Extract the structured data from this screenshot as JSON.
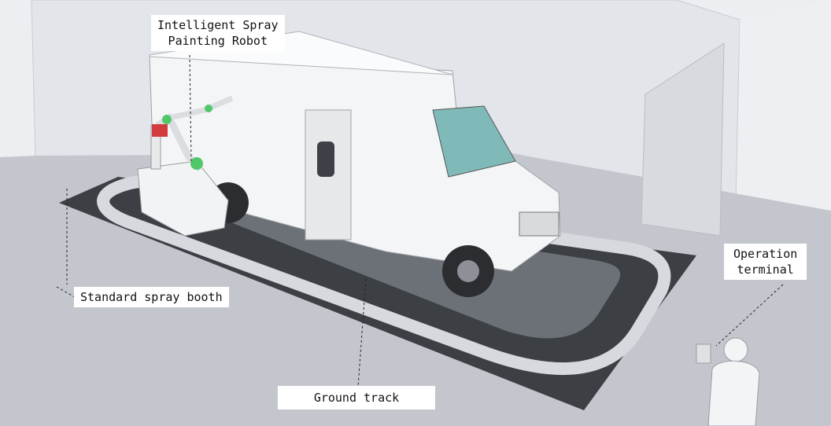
{
  "labels": {
    "robot_line1": "Intelligent Spray",
    "robot_line2": "Painting Robot",
    "booth": "Standard spray booth",
    "track": "Ground track",
    "terminal_line1": "Operation",
    "terminal_line2": "terminal"
  },
  "colors": {
    "background": "#eceef1",
    "floor": "#c3c7cd",
    "mat": "#3c3f44",
    "track": "#d6d9dd",
    "robot_accent": "#4fc86a"
  }
}
